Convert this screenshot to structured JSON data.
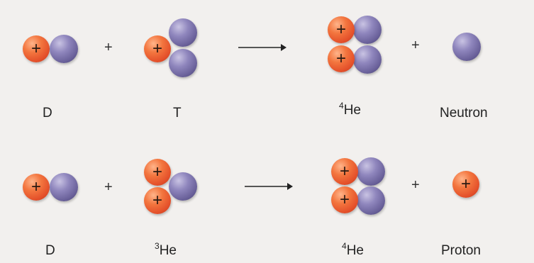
{
  "operators": {
    "plus": "+"
  },
  "reactions": [
    {
      "reactants": [
        {
          "label": "D",
          "mass": ""
        },
        {
          "label": "T",
          "mass": ""
        }
      ],
      "products": [
        {
          "label": "He",
          "mass": "4"
        },
        {
          "label": "Neutron",
          "mass": ""
        }
      ]
    },
    {
      "reactants": [
        {
          "label": "D",
          "mass": ""
        },
        {
          "label": "He",
          "mass": "3"
        }
      ],
      "products": [
        {
          "label": "He",
          "mass": "4"
        },
        {
          "label": "Proton",
          "mass": ""
        }
      ]
    }
  ],
  "colors": {
    "proton": "#e4502a",
    "neutron": "#6a619a",
    "background": "#f2f0ee"
  }
}
